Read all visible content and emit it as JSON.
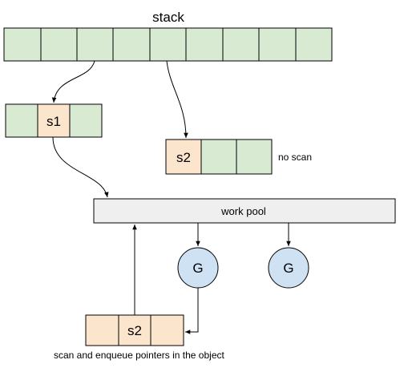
{
  "diagram": {
    "stack_label": "stack",
    "s1_label": "s1",
    "s2_label": "s2",
    "s2_object_label": "s2",
    "no_scan_label": "no scan",
    "work_pool_label": "work pool",
    "worker_1_label": "G",
    "worker_2_label": "G",
    "caption": "scan and enqueue pointers in the object"
  },
  "colors": {
    "green_fill": "#d9ead3",
    "orange_fill": "#fce5cd",
    "pool_fill": "#efefef",
    "worker_fill": "#cfe2f3",
    "stroke": "#000000"
  }
}
